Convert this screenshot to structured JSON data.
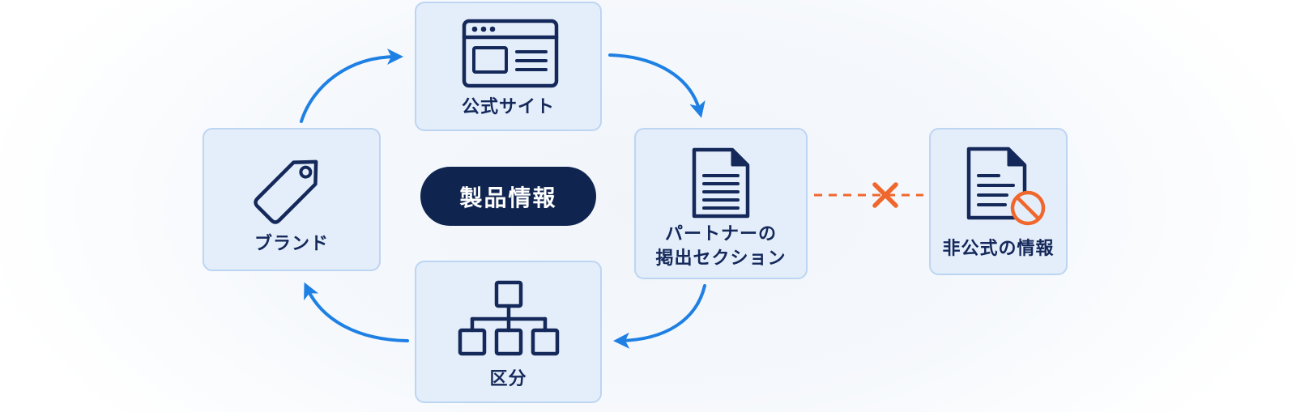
{
  "diagram": {
    "center_label": "製品情報",
    "nodes": {
      "official_site": {
        "label": "公式サイト",
        "icon": "browser-window-icon"
      },
      "brand": {
        "label": "ブランド",
        "icon": "tag-icon"
      },
      "partner_section": {
        "label_lines": [
          "パートナーの",
          "掲出セクション"
        ],
        "icon": "document-icon"
      },
      "category": {
        "label": "区分",
        "icon": "hierarchy-icon"
      },
      "unofficial_info": {
        "label": "非公式の情報",
        "icon": "prohibited-document-icon"
      }
    },
    "blocked_marker_icon": "cross-icon"
  },
  "colors": {
    "node_fill": "#e4eefa",
    "node_border": "#bcd5f2",
    "text": "#14285a",
    "arrow": "#1f80e4",
    "blocked": "#f0672e",
    "pill": "#0f2550"
  }
}
